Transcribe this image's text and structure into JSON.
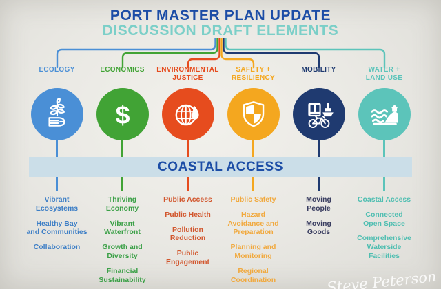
{
  "header": {
    "title": "PORT MASTER PLAN UPDATE",
    "subtitle": "DISCUSSION DRAFT ELEMENTS",
    "title_color": "#1c4da6",
    "subtitle_color": "#7bcfc8"
  },
  "banner": {
    "label": "COASTAL ACCESS",
    "bg": "#cbdee8",
    "text_color": "#1c4da6"
  },
  "categories": [
    {
      "label": "ECOLOGY",
      "color": "#4a8fd6",
      "items_color": "#3e7fc6",
      "icon": "seedling-hand-icon",
      "items": [
        "Vibrant Ecosystems",
        "Healthy Bay\nand Communities",
        "Collaboration"
      ]
    },
    {
      "label": "ECONOMICS",
      "color": "#41a335",
      "items_color": "#3ba047",
      "icon": "dollar-icon",
      "items": [
        "Thriving\nEconomy",
        "Vibrant\nWaterfront",
        "Growth and\nDiversity",
        "Financial\nSustainability"
      ]
    },
    {
      "label": "ENVIRONMENTAL\nJUSTICE",
      "color": "#e64c1e",
      "items_color": "#d2572e",
      "icon": "globe-flame-icon",
      "items": [
        "Public Access",
        "Public Health",
        "Pollution\nReduction",
        "Public\nEngagement"
      ]
    },
    {
      "label": "SAFETY +\nRESILIENCY",
      "color": "#f4a71f",
      "items_color": "#f1a93e",
      "icon": "shield-icon",
      "items": [
        "Public Safety",
        "Hazard\nAvoidance and\nPreparation",
        "Planning and\nMonitoring",
        "Regional\nCoordination"
      ]
    },
    {
      "label": "MOBILITY",
      "color": "#1f3a70",
      "items_color": "#393d60",
      "icon": "transit-icon",
      "items": [
        "Moving\nPeople",
        "Moving\nGoods"
      ]
    },
    {
      "label": "WATER +\nLAND USE",
      "color": "#5cc4ba",
      "items_color": "#4fbeb1",
      "icon": "shoreline-icon",
      "items": [
        "Coastal Access",
        "Connected\nOpen Space",
        "Comprehensive\nWaterside Facilities"
      ]
    }
  ],
  "signature": "Steve Peterson"
}
